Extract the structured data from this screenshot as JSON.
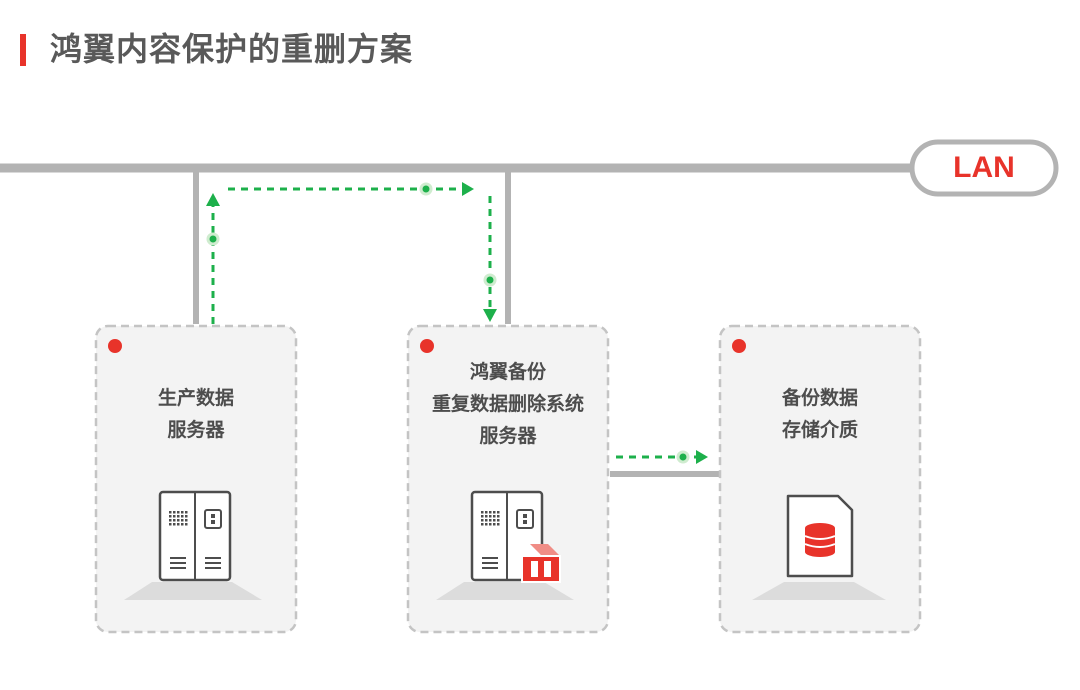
{
  "title": "鸿翼内容保护的重删方案",
  "network_label": "LAN",
  "colors": {
    "accent_red": "#e8332a",
    "flow_green": "#1db04b",
    "line_gray": "#b3b3b3",
    "box_fill": "#f3f3f3",
    "box_border": "#c4c4c4"
  },
  "nodes": [
    {
      "lines": [
        "生产数据",
        "服务器"
      ],
      "icon": "server-icon"
    },
    {
      "lines": [
        "鸿翼备份",
        "重复数据删除系统",
        "服务器"
      ],
      "icon": "server-with-logo-icon"
    },
    {
      "lines": [
        "备份数据",
        "存储介质"
      ],
      "icon": "storage-media-icon"
    }
  ]
}
